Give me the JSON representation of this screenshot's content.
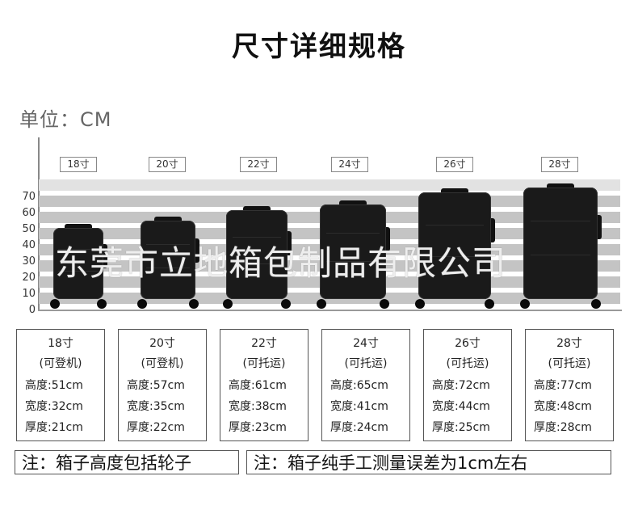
{
  "title": "尺寸详细规格",
  "unit_label": "单位：CM",
  "y_ticks": [
    "70",
    "60",
    "50",
    "40",
    "30",
    "20",
    "10",
    "0"
  ],
  "watermark": "东莞市立地箱包制品有限公司",
  "products": [
    {
      "size": "18寸",
      "type": "(可登机)",
      "height_label": "高度:51cm",
      "width_label": "宽度:32cm",
      "depth_label": "厚度:21cm",
      "height": 51
    },
    {
      "size": "20寸",
      "type": "(可登机)",
      "height_label": "高度:57cm",
      "width_label": "宽度:35cm",
      "depth_label": "厚度:22cm",
      "height": 57
    },
    {
      "size": "22寸",
      "type": "(可托运)",
      "height_label": "高度:61cm",
      "width_label": "宽度:38cm",
      "depth_label": "厚度:23cm",
      "height": 61
    },
    {
      "size": "24寸",
      "type": "(可托运)",
      "height_label": "高度:65cm",
      "width_label": "宽度:41cm",
      "depth_label": "厚度:24cm",
      "height": 65
    },
    {
      "size": "26寸",
      "type": "(可托运)",
      "height_label": "高度:72cm",
      "width_label": "宽度:44cm",
      "depth_label": "厚度:25cm",
      "height": 72
    },
    {
      "size": "28寸",
      "type": "(可托运)",
      "height_label": "高度:77cm",
      "width_label": "宽度:48cm",
      "depth_label": "厚度:28cm",
      "height": 77
    }
  ],
  "notes": {
    "note1": "注：箱子高度包括轮子",
    "note2": "注：箱子纯手工测量误差为1cm左右"
  }
}
